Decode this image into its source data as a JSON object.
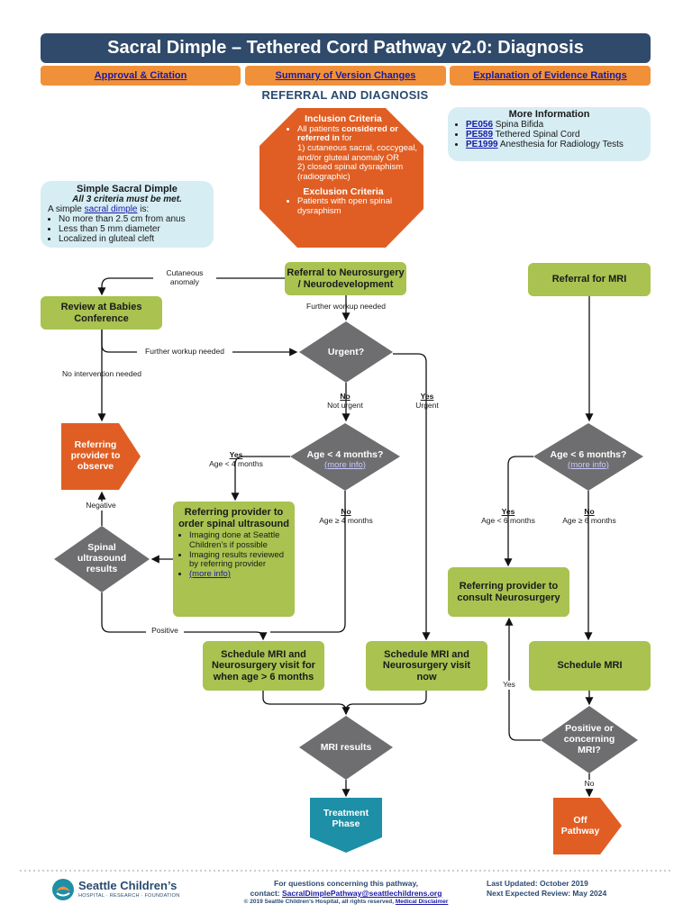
{
  "header": {
    "title": "Sacral Dimple – Tethered Cord Pathway v2.0:  Diagnosis",
    "tabs": [
      "Approval & Citation",
      "Summary of Version Changes",
      "Explanation of Evidence Ratings"
    ],
    "section_title": "REFERRAL AND DIAGNOSIS"
  },
  "more_info": {
    "title": "More Information",
    "items": [
      {
        "code": "PE056",
        "text": " Spina Bifida"
      },
      {
        "code": "PE589",
        "text": " Tethered Spinal Cord"
      },
      {
        "code": "PE1999",
        "text": " Anesthesia for Radiology Tests"
      }
    ]
  },
  "criteria": {
    "inclusion_title": "Inclusion Criteria",
    "inclusion_pre": "All patients ",
    "inclusion_bold": "considered or referred in",
    "inclusion_post": " for",
    "inclusion_1": "1) cutaneous sacral, coccygeal, and/or gluteal anomaly OR",
    "inclusion_2": "2) closed spinal dysraphism (radiographic)",
    "exclusion_title": "Exclusion Criteria",
    "exclusion_item": "Patients with open spinal dysraphism"
  },
  "simple_dimple": {
    "title": "Simple Sacral Dimple",
    "subtitle": "All 3 criteria must be met.",
    "intro_pre": "A simple ",
    "intro_link": "sacral dimple",
    "intro_post": " is:",
    "items": [
      "No more than 2.5 cm from anus",
      "Less than 5 mm diameter",
      "Localized in gluteal cleft"
    ]
  },
  "nodes": {
    "referral_neuro": "Referral to Neurosurgery / Neurodevelopment",
    "referral_mri": "Referral for MRI",
    "review_babies": "Review at Babies Conference",
    "urgent": "Urgent?",
    "referring_observe": "Referring provider to observe",
    "age4": "Age < 4 months?",
    "age6": "Age < 6 months?",
    "more_info_link": "(more info)",
    "order_us_title": "Referring provider to order spinal ultrasound",
    "order_us_items": [
      "Imaging done at Seattle Children’s if possible",
      "Imaging results reviewed by referring provider"
    ],
    "spinal_us_results": "Spinal ultrasound results",
    "consult_neuro": "Referring provider to consult Neurosurgery",
    "schedule_mri_6": "Schedule MRI and Neurosurgery visit for when age > 6 months",
    "schedule_mri_now": "Schedule MRI and Neurosurgery visit now",
    "schedule_mri": "Schedule MRI",
    "mri_results": "MRI results",
    "positive_mri": "Positive or concerning MRI?",
    "treatment_phase": "Treatment Phase",
    "off_pathway": "Off Pathway"
  },
  "edge_labels": {
    "cutaneous": "Cutaneous anomaly",
    "further1": "Further workup needed",
    "further2": "Further workup needed",
    "no_intervention": "No intervention needed",
    "no": "No",
    "not_urgent": "Not urgent",
    "yes": "Yes",
    "urgent": "Urgent",
    "age_lt4": "Age < 4 months",
    "age_ge4": "Age ≥ 4 months",
    "age_lt6": "Age < 6 months",
    "age_ge6": "Age ≥ 6 months",
    "negative": "Negative",
    "positive": "Positive"
  },
  "footer": {
    "logo_text": "Seattle Children’s",
    "logo_sub": "HOSPITAL · RESEARCH · FOUNDATION",
    "questions": "For questions concerning this pathway,",
    "contact_pre": "contact: ",
    "email": "SacralDimplePathway@seattlechildrens.org",
    "copyright": "© 2019 Seattle Children’s Hospital, all rights reserved, ",
    "disclaimer": "Medical Disclaimer",
    "last_updated": "Last Updated: October 2019",
    "next_review": "Next Expected Review: May 2024"
  },
  "colors": {
    "header": "#2f4a6b",
    "tab": "#f0913a",
    "green": "#a9c250",
    "orange": "#e05e23",
    "diamond": "#6e6e70",
    "teal": "#1d8fa6",
    "info_box": "#d6edf3"
  }
}
